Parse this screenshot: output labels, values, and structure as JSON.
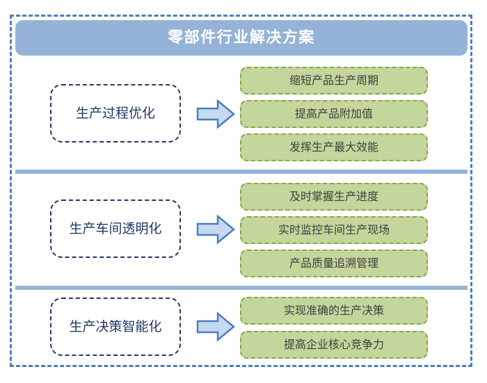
{
  "header": {
    "title": "零部件行业解决方案"
  },
  "colors": {
    "frame_border": "#4a7ebb",
    "title_bar_bg": "#95b3d7",
    "title_text": "#ffffff",
    "label_border": "#1f3864",
    "label_text": "#1f3864",
    "green_fill": "#c3d69b",
    "green_border": "#8aa54a",
    "green_text": "#3f3f3f",
    "arrow_fill": "#c5d9f1",
    "arrow_border": "#4a7ebb",
    "divider": "#95b3d7"
  },
  "sections": [
    {
      "label": "生产过程优化",
      "arrow_icon": "arrow-right-icon",
      "benefits": [
        "缩短产品生产周期",
        "提高产品附加值",
        "发挥生产最大效能"
      ]
    },
    {
      "label": "生产车间透明化",
      "arrow_icon": "arrow-right-icon",
      "benefits": [
        "及时掌握生产进度",
        "实时监控车间生产现场",
        "产品质量追溯管理"
      ]
    },
    {
      "label": "生产决策智能化",
      "arrow_icon": "arrow-right-icon",
      "benefits": [
        "实现准确的生产决策",
        "提高企业核心竞争力"
      ]
    }
  ]
}
